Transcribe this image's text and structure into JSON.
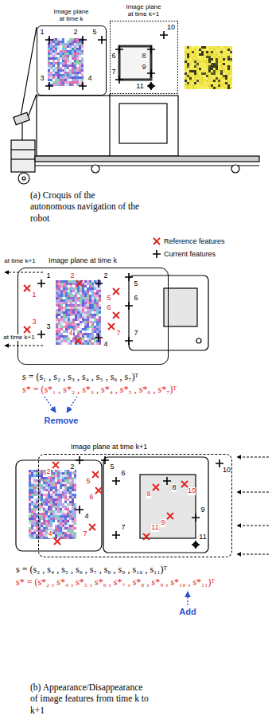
{
  "diagram": {
    "nodes": [
      {
        "text": [
          "Image plane at time k"
        ]
      },
      {
        "text": [
          "Image plane at time k+1"
        ]
      },
      {
        "text": [
          "Image plane at time k"
        ]
      },
      {
        "text": [
          "Image plane at time k+1"
        ]
      }
    ],
    "labels": [
      "1",
      "2",
      "3",
      "4",
      "5",
      "6",
      "7",
      "8",
      "9",
      "10",
      "11",
      "(a) Croquis of the autonomous navigation of the robot",
      "at time k+1",
      "at time k+1",
      "1",
      "2",
      "3",
      "4",
      "5",
      "6",
      "7",
      "1",
      "2",
      "3",
      "4",
      "5",
      "6",
      "7",
      "s = (s₁ , s₂ , s₃ , s₄ , s₅ , s₆ , s₇)ᵀ",
      "s* = (s*₁ , s*₂ , s*₃ , s*₄ , s*₅ , s*₆ , s*₇)ᵀ",
      "Remove",
      "2",
      "4",
      "5",
      "6",
      "7",
      "8",
      "9",
      "10",
      "11",
      "2",
      "4",
      "5",
      "6",
      "7",
      "8",
      "9",
      "10",
      "11",
      "s = (s₂ , s₄ , s₅ , s₆ , s₇ , s₈ , s₉ , s₁₀ , s₁₁)ᵀ",
      "s* = (s*₂ , s*₄ , s*₅ , s*₆ , s*₇ , s*₈ , s*₉ , s*₁₀ , s*₁₁)ᵀ",
      "Add",
      "(b) Appearance/Disappearance of image features from time k to k+1"
    ],
    "legend": [
      {
        "text": "Reference features"
      },
      {
        "text": "Current features"
      }
    ]
  }
}
